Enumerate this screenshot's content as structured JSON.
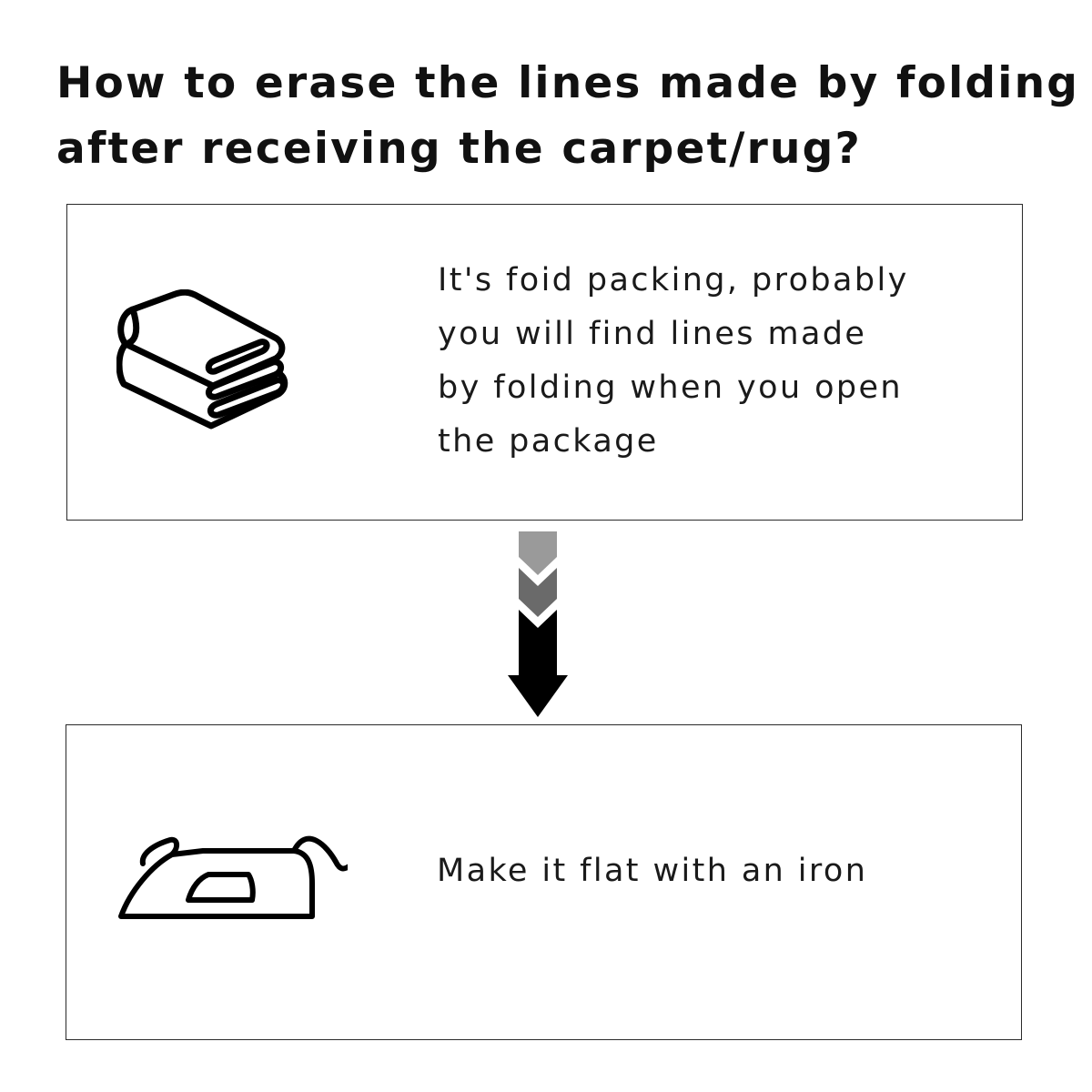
{
  "title": {
    "line1": "How to erase the lines made by folding",
    "line2": "after receiving the carpet/rug?"
  },
  "steps": [
    {
      "icon": "folded-towel-icon",
      "lines": [
        "It's foid packing, probably",
        "you will find lines made",
        "by folding when you open",
        "the package"
      ]
    },
    {
      "icon": "iron-icon",
      "text": "Make it flat with an iron"
    }
  ],
  "colors": {
    "text": "#111111",
    "border": "#2a2a2a",
    "chevron_light": "#9a9a9a",
    "chevron_mid": "#6a6a6a",
    "arrow_dark": "#000000"
  }
}
